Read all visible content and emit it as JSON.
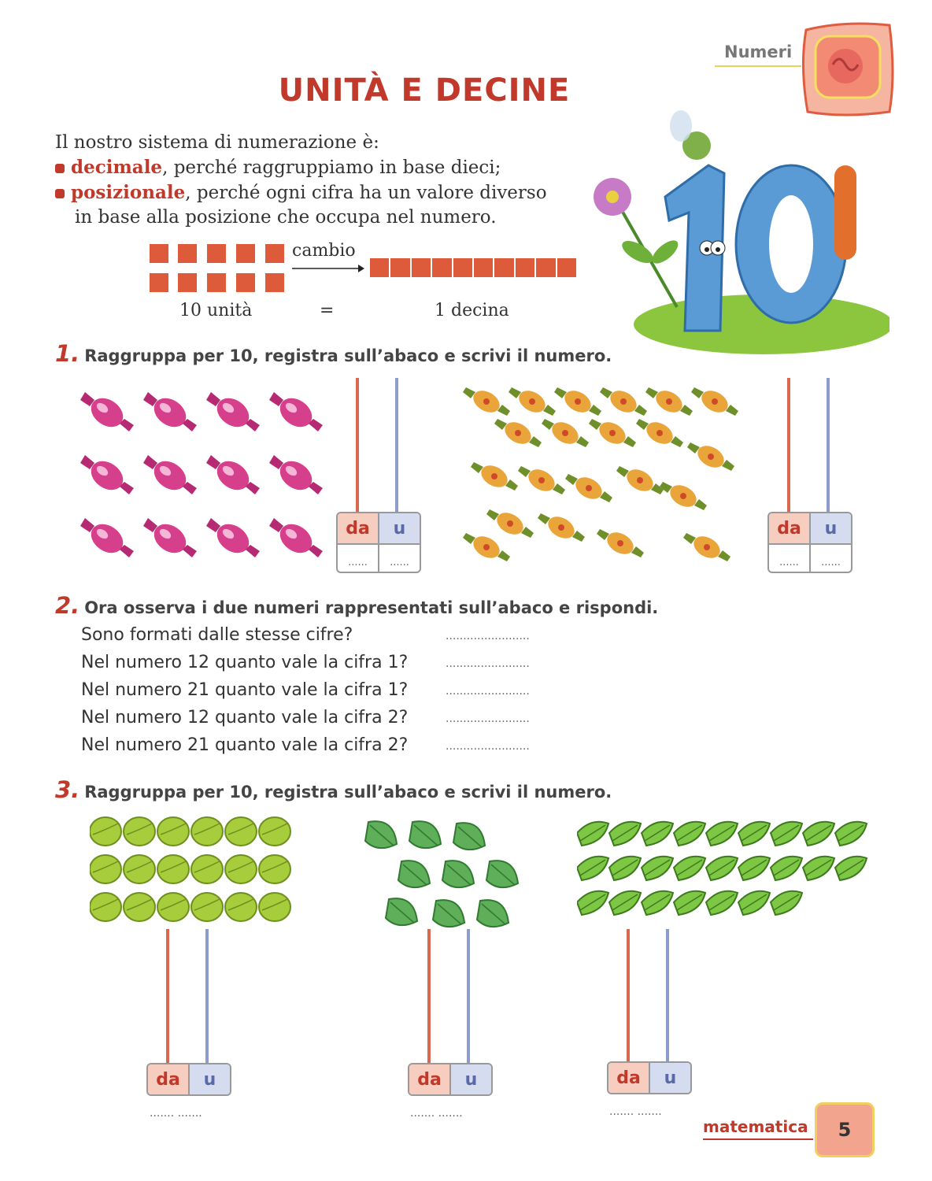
{
  "header": {
    "section": "Numeri",
    "title": "UNITÀ E DECINE"
  },
  "intro": {
    "line1": "Il nostro sistema di numerazione è:",
    "bullet1_bold": "decimale",
    "bullet1_rest": ", perché raggruppiamo in base dieci;",
    "bullet2_bold": "posizionale",
    "bullet2_rest": ", perché ogni cifra ha un valore diverso",
    "bullet2_cont": "in base alla posizione che occupa nel numero."
  },
  "exchange": {
    "arrow_label": "cambio",
    "left": "10 unità",
    "equals": "=",
    "right": "1 decina"
  },
  "q1": {
    "number": "1.",
    "text": "Raggruppa per 10, registra sull’abaco e scrivi il numero."
  },
  "q2": {
    "number": "2.",
    "text": "Ora osserva i due numeri rappresentati sull’abaco e rispondi.",
    "questions": [
      "Sono formati dalle stesse cifre?",
      "Nel numero 12 quanto vale la cifra 1?",
      "Nel numero 21 quanto vale la cifra 1?",
      "Nel numero 12 quanto vale la cifra 2?",
      "Nel numero 21 quanto vale la cifra 2?"
    ],
    "answer_blank": "........................"
  },
  "q3": {
    "number": "3.",
    "text": "Raggruppa per 10, registra sull’abaco e scrivi il numero."
  },
  "abacus": {
    "tens": "da",
    "units": "u",
    "blank": "......",
    "blank_line": "....... ......."
  },
  "footer": {
    "subject": "matematica",
    "page": "5"
  },
  "colors": {
    "accent": "#c0392b",
    "unit_square": "#dd5a3a",
    "tens_rod": "#d8694e",
    "units_rod": "#8c9ccc"
  }
}
